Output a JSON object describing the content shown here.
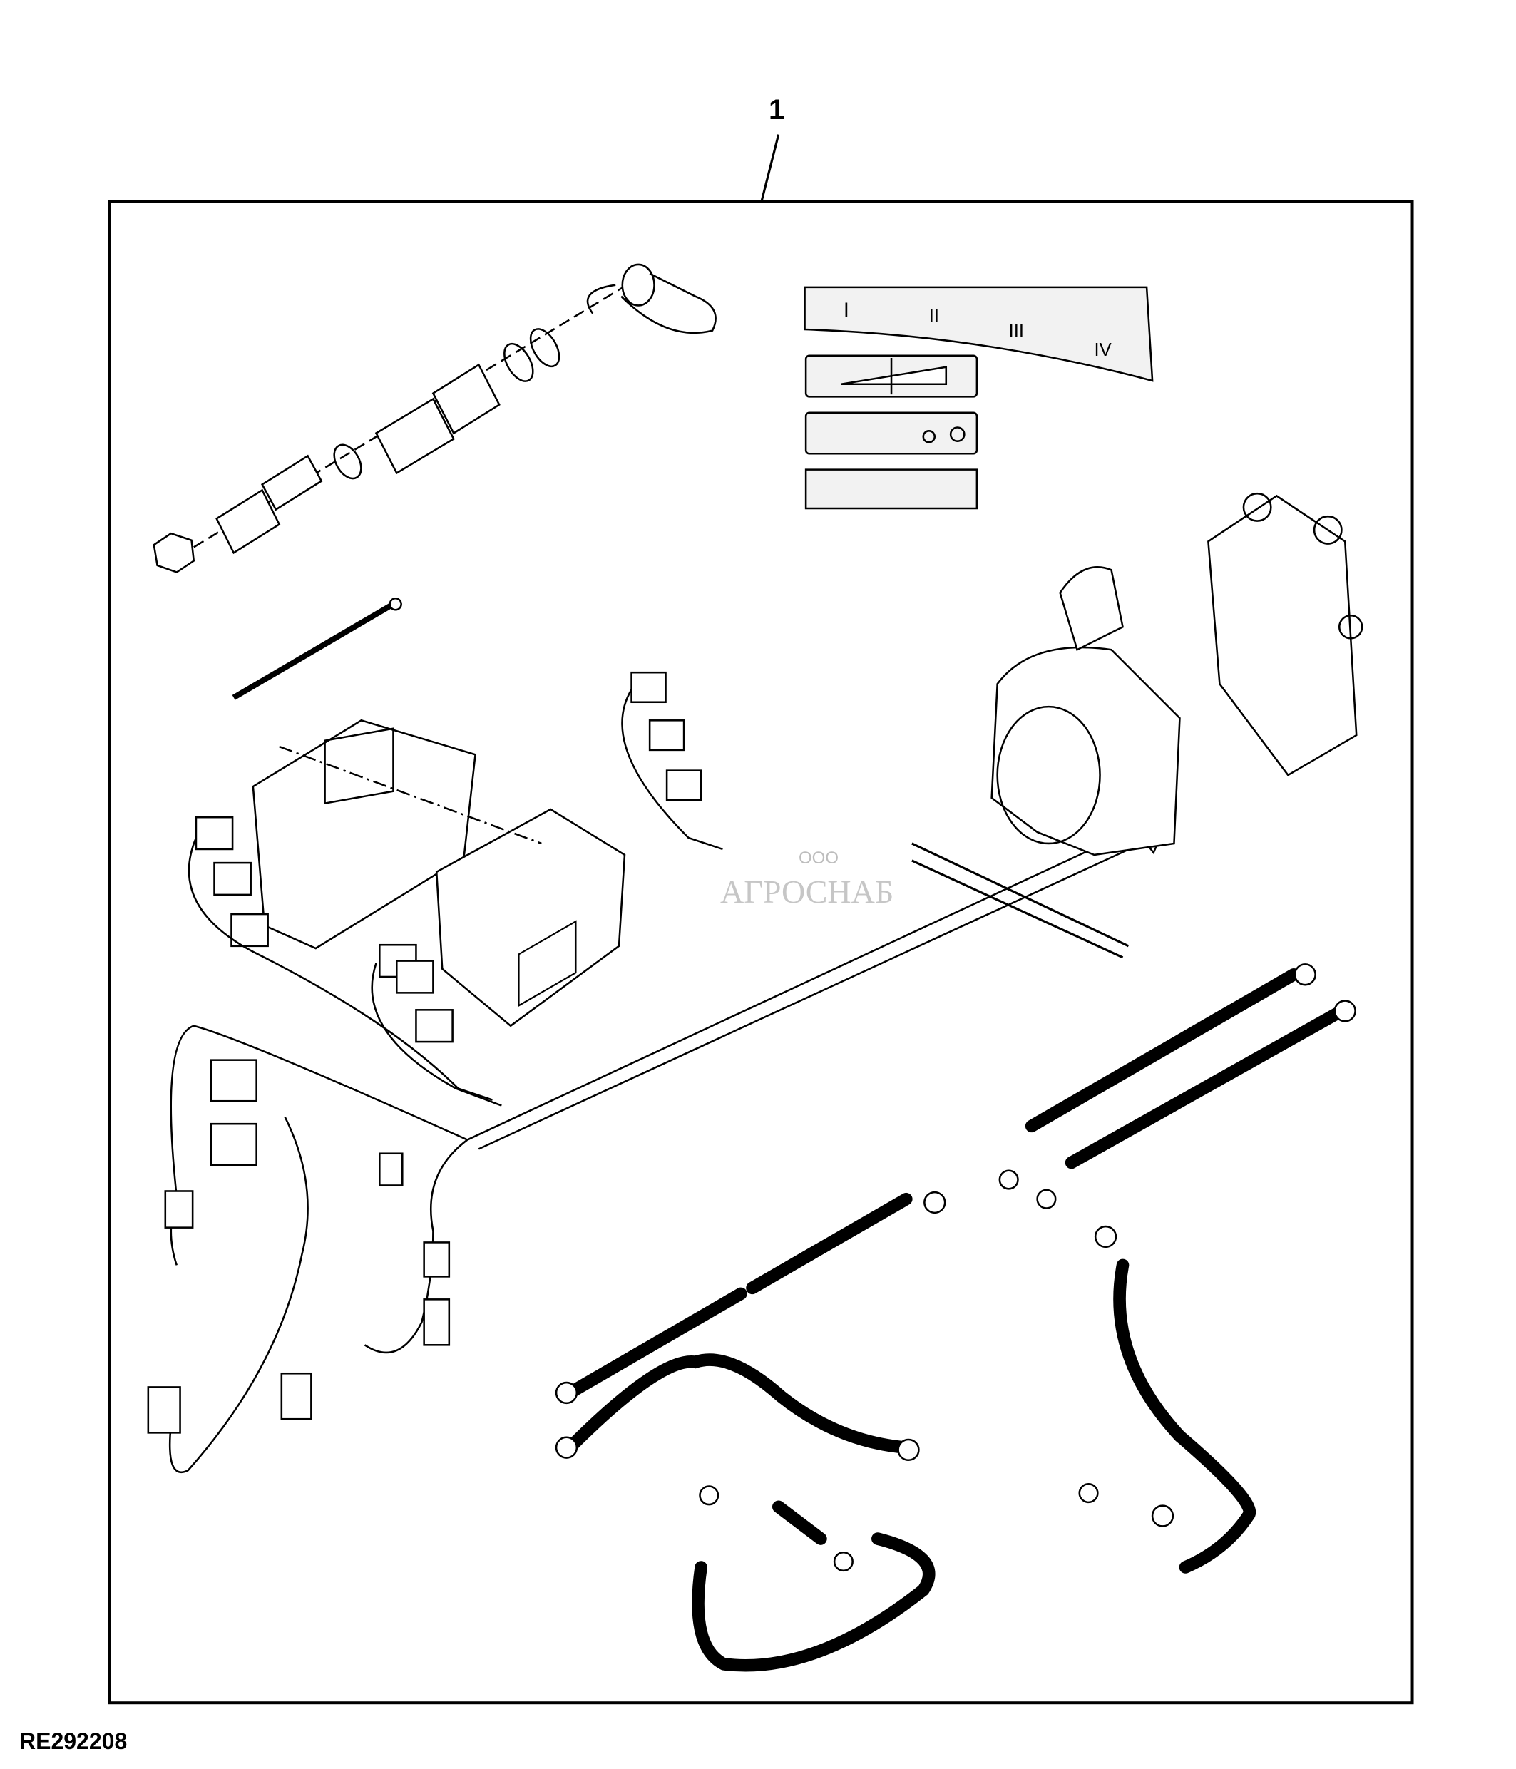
{
  "callout": {
    "number": "1"
  },
  "figure_id": "RE292208",
  "watermark": {
    "prefix": "ООО",
    "name": "АГРОСНАБ"
  },
  "decal": {
    "roman_numerals": [
      "I",
      "II",
      "III",
      "IV"
    ]
  }
}
